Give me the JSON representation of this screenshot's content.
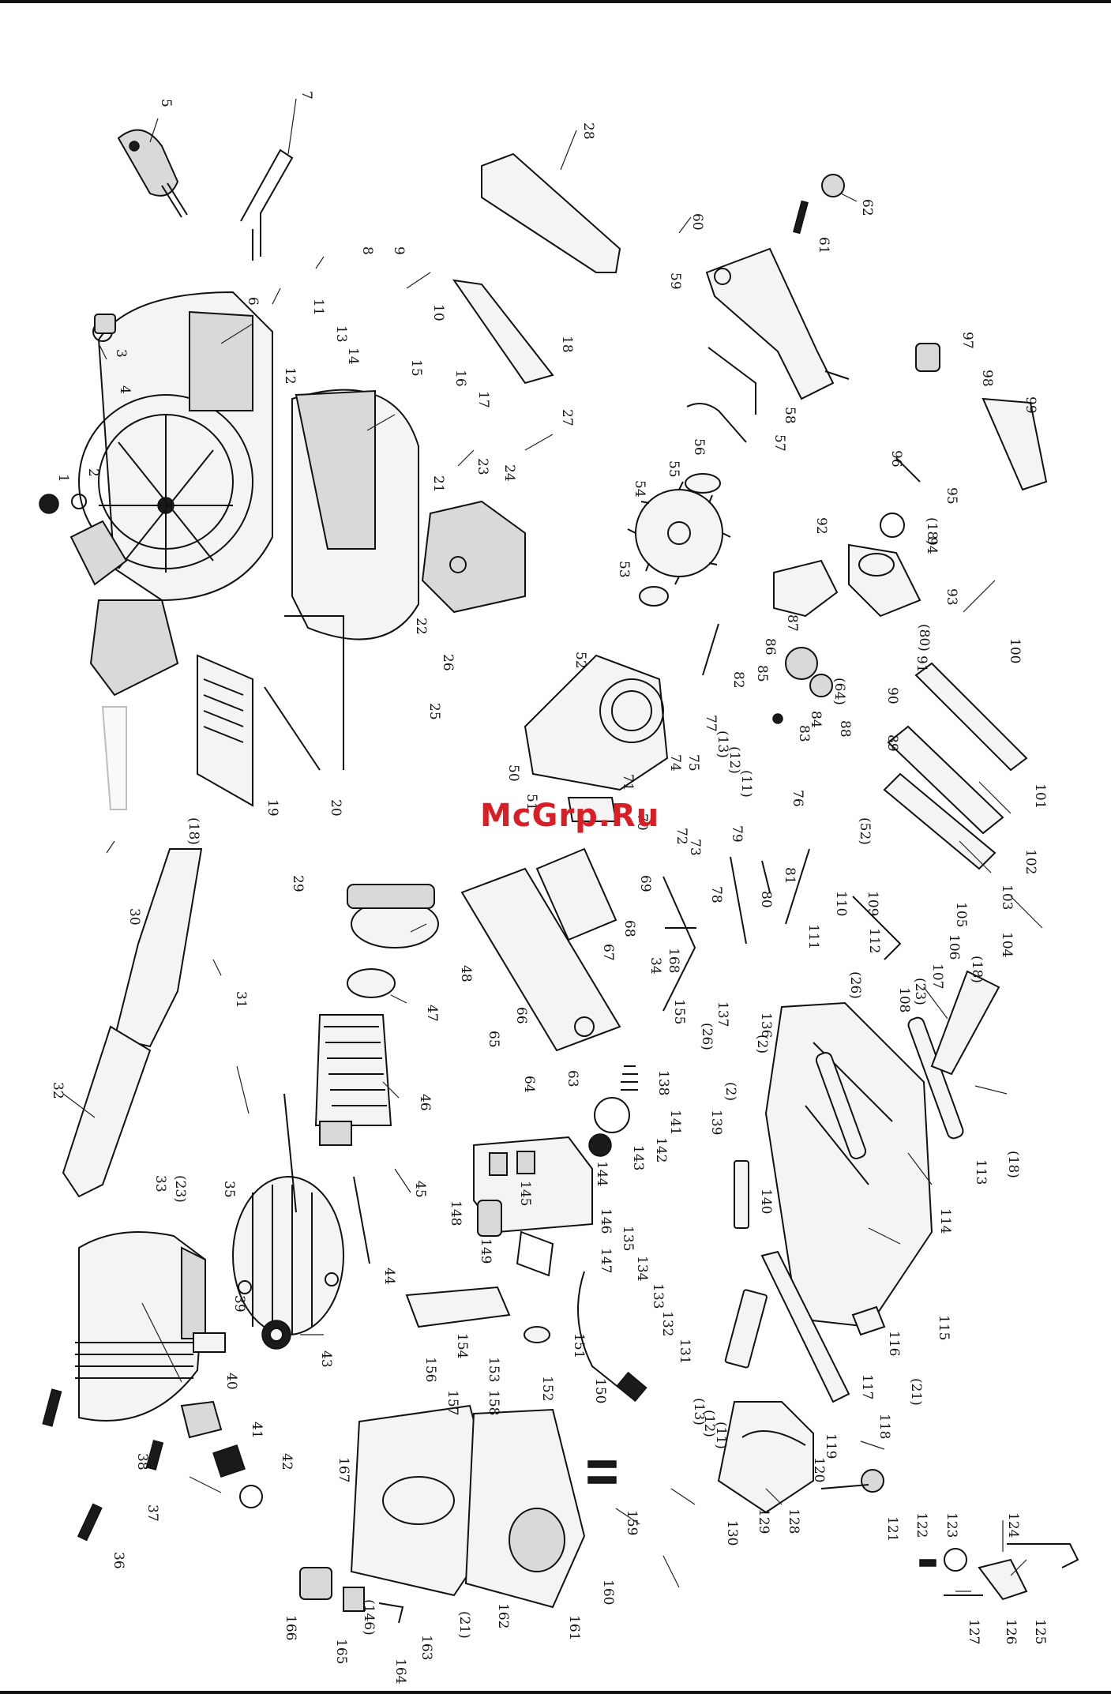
{
  "watermark": "McGrp.Ru",
  "callouts": [
    "1",
    "2",
    "3",
    "4",
    "5",
    "6",
    "7",
    "8",
    "9",
    "10",
    "11",
    "12",
    "13",
    "14",
    "15",
    "16",
    "17",
    "18",
    "19",
    "20",
    "21",
    "22",
    "23",
    "24",
    "25",
    "26",
    "27",
    "28",
    "29",
    "30",
    "31",
    "32",
    "33",
    "34",
    "35",
    "36",
    "37",
    "38",
    "39",
    "40",
    "41",
    "42",
    "43",
    "44",
    "45",
    "46",
    "47",
    "48",
    "50",
    "51",
    "52",
    "53",
    "54",
    "55",
    "56",
    "57",
    "58",
    "59",
    "60",
    "61",
    "62",
    "63",
    "64",
    "65",
    "66",
    "67",
    "68",
    "69",
    "70",
    "71",
    "72",
    "73",
    "74",
    "75",
    "76",
    "77",
    "78",
    "79",
    "80",
    "81",
    "82",
    "83",
    "84",
    "85",
    "86",
    "87",
    "88",
    "89",
    "90",
    "91",
    "92",
    "93",
    "94",
    "95",
    "96",
    "97",
    "98",
    "99",
    "100",
    "101",
    "102",
    "103",
    "104",
    "105",
    "106",
    "107",
    "108",
    "109",
    "110",
    "111",
    "112",
    "113",
    "114",
    "115",
    "116",
    "117",
    "118",
    "119",
    "120",
    "121",
    "122",
    "123",
    "124",
    "125",
    "126",
    "127",
    "128",
    "129",
    "130",
    "131",
    "132",
    "133",
    "134",
    "135",
    "136",
    "137",
    "138",
    "139",
    "140",
    "141",
    "142",
    "143",
    "144",
    "145",
    "146",
    "147",
    "148",
    "149",
    "150",
    "151",
    "152",
    "153",
    "154",
    "155",
    "156",
    "157",
    "158",
    "159",
    "160",
    "161",
    "162",
    "163",
    "164",
    "165",
    "166",
    "167",
    "168",
    "(18)",
    "(18)",
    "(18)",
    "(18)",
    "(23)",
    "(23)",
    "(2)",
    "(2)",
    "(26)",
    "(26)",
    "(13)",
    "(13)",
    "(12)",
    "(12)",
    "(11)",
    "(11)",
    "(64)",
    "(52)",
    "(80)",
    "(21)",
    "(21)",
    "(146)"
  ]
}
